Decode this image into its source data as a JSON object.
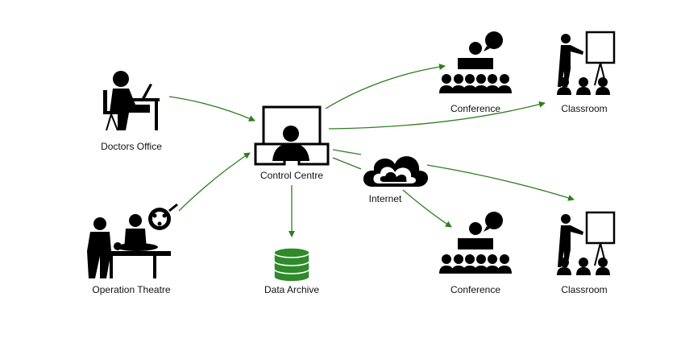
{
  "colors": {
    "arrow": "#2e7d1f",
    "icon": "#000000",
    "archive": "#2f8a2a",
    "background": "#ffffff"
  },
  "nodes": {
    "doctors_office": {
      "label": "Doctors Office",
      "icon": "doctor-at-desk-icon"
    },
    "operation_theatre": {
      "label": "Operation Theatre",
      "icon": "surgery-team-icon"
    },
    "control_centre": {
      "label": "Control Centre",
      "icon": "operator-monitors-icon"
    },
    "data_archive": {
      "label": "Data Archive",
      "icon": "database-stack-icon"
    },
    "internet": {
      "label": "Internet",
      "icon": "cloud-icon"
    },
    "conference_top": {
      "label": "Conference",
      "icon": "conference-audience-icon"
    },
    "classroom_top": {
      "label": "Classroom",
      "icon": "classroom-presenter-icon"
    },
    "conference_bottom": {
      "label": "Conference",
      "icon": "conference-audience-icon"
    },
    "classroom_bottom": {
      "label": "Classroom",
      "icon": "classroom-presenter-icon"
    }
  },
  "edges": [
    {
      "from": "doctors_office",
      "to": "control_centre"
    },
    {
      "from": "operation_theatre",
      "to": "control_centre"
    },
    {
      "from": "control_centre",
      "to": "data_archive"
    },
    {
      "from": "control_centre",
      "to": "conference_top"
    },
    {
      "from": "control_centre",
      "to": "classroom_top"
    },
    {
      "from": "control_centre",
      "to": "internet"
    },
    {
      "from": "internet",
      "to": "classroom_bottom"
    },
    {
      "from": "internet",
      "to": "conference_bottom"
    }
  ]
}
